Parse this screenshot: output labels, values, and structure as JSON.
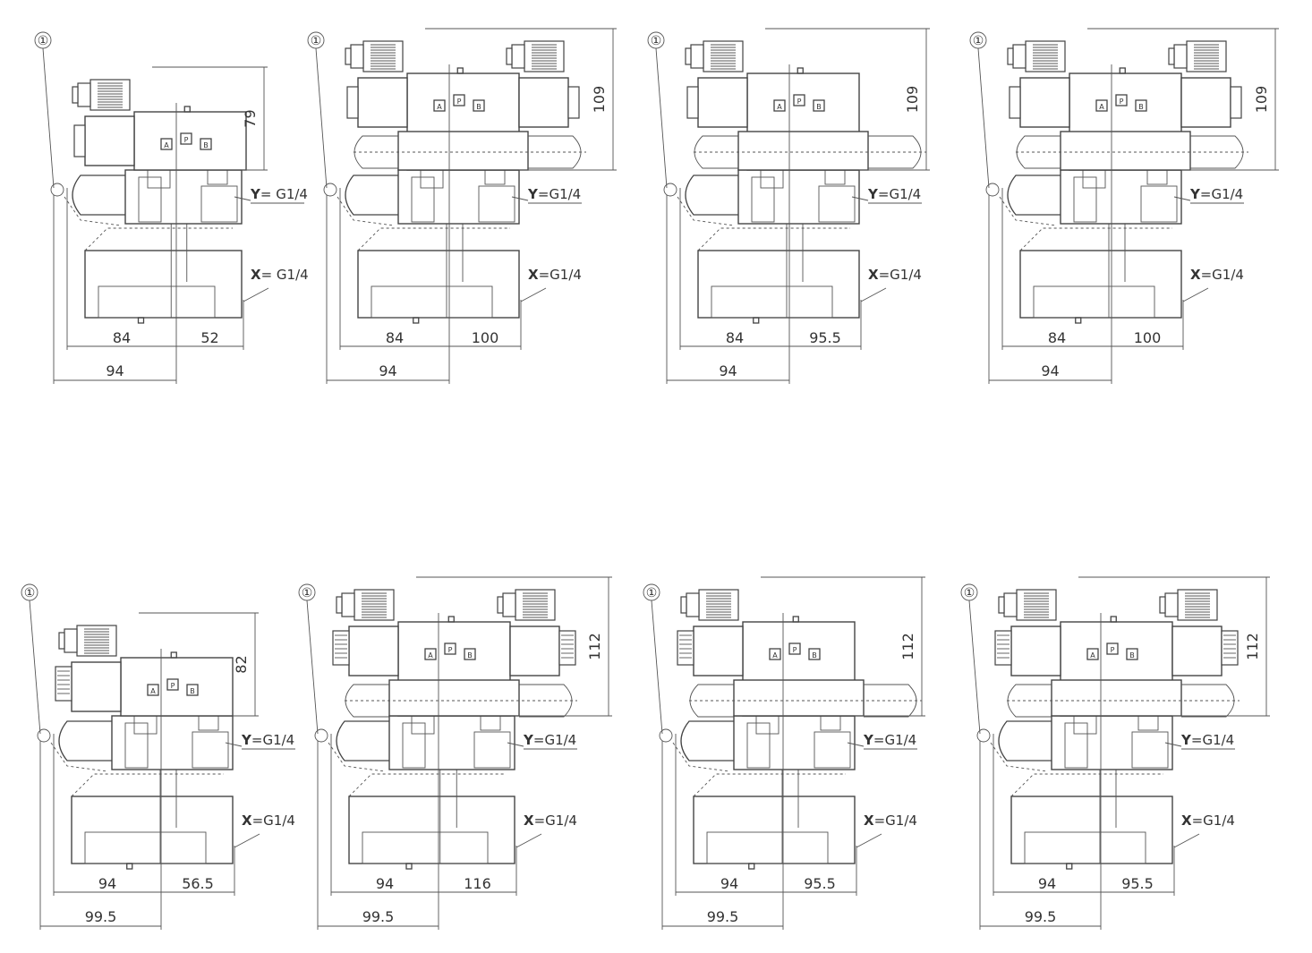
{
  "colors": {
    "stroke": "#444444",
    "text": "#333333",
    "background": "#ffffff"
  },
  "callout_symbol": "①",
  "port_labels": {
    "A": "A",
    "P": "P",
    "B": "B"
  },
  "views": [
    {
      "id": "v1",
      "variant": "single",
      "height": "79",
      "y_letter": "Y",
      "y_port": "= G1/4",
      "x_letter": "X",
      "x_port": "= G1/4",
      "dim_left": "84",
      "dim_right": "52",
      "dim_total": "94"
    },
    {
      "id": "v2",
      "variant": "double",
      "height": "109",
      "y_letter": "Y",
      "y_port": "=G1/4",
      "x_letter": "X",
      "x_port": "=G1/4",
      "dim_left": "84",
      "dim_right": "100",
      "dim_total": "94"
    },
    {
      "id": "v3",
      "variant": "left",
      "height": "109",
      "y_letter": "Y",
      "y_port": "=G1/4",
      "x_letter": "X",
      "x_port": "=G1/4",
      "dim_left": "84",
      "dim_right": "95.5",
      "dim_total": "94"
    },
    {
      "id": "v4",
      "variant": "double",
      "height": "109",
      "y_letter": "Y",
      "y_port": "=G1/4",
      "x_letter": "X",
      "x_port": "=G1/4",
      "dim_left": "84",
      "dim_right": "100",
      "dim_total": "94"
    },
    {
      "id": "v5",
      "variant": "single",
      "height": "82",
      "y_letter": "Y",
      "y_port": "=G1/4",
      "x_letter": "X",
      "x_port": "=G1/4",
      "dim_left": "94",
      "dim_right": "56.5",
      "dim_total": "99.5"
    },
    {
      "id": "v6",
      "variant": "double",
      "height": "112",
      "y_letter": "Y",
      "y_port": "=G1/4",
      "x_letter": "X",
      "x_port": "=G1/4",
      "dim_left": "94",
      "dim_right": "116",
      "dim_total": "99.5"
    },
    {
      "id": "v7",
      "variant": "left",
      "height": "112",
      "y_letter": "Y",
      "y_port": "=G1/4",
      "x_letter": "X",
      "x_port": "=G1/4",
      "dim_left": "94",
      "dim_right": "95.5",
      "dim_total": "99.5"
    },
    {
      "id": "v8",
      "variant": "double",
      "height": "112",
      "y_letter": "Y",
      "y_port": "=G1/4",
      "x_letter": "X",
      "x_port": "=G1/4",
      "dim_left": "94",
      "dim_right": "95.5",
      "dim_total": "99.5"
    }
  ]
}
